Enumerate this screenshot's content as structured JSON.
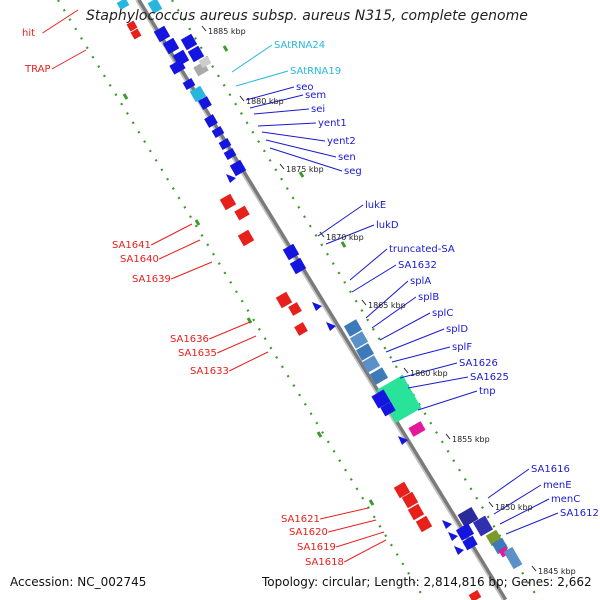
{
  "title": "Staphylococcus aureus subsp. aureus N315, complete genome",
  "accession": "Accession: NC_002745",
  "topology": "Topology: circular; Length: 2,814,816 bp; Genes: 2,662",
  "colors": {
    "forward": "#1515e0",
    "reverse": "#e8201c",
    "rna": "#27b7de",
    "backbone": "#8a8a8a",
    "gc": "#3a9a2a"
  },
  "kbp_ticks": [
    "1885 kbp",
    "1880 kbp",
    "1875 kbp",
    "1870 kbp",
    "1865 kbp",
    "1860 kbp",
    "1855 kbp",
    "1850 kbp",
    "1845 kbp"
  ],
  "labels_red": [
    "hit",
    "TRAP",
    "SA1641",
    "SA1640",
    "SA1639",
    "SA1636",
    "SA1635",
    "SA1633",
    "SA1621",
    "SA1620",
    "SA1619",
    "SA1618"
  ],
  "labels_cyan": [
    "SAtRNA24",
    "SAtRNA19"
  ],
  "labels_blue": [
    "seo",
    "sem",
    "sei",
    "yent1",
    "yent2",
    "sen",
    "seg",
    "lukE",
    "lukD",
    "truncated-SA",
    "SA1632",
    "splA",
    "splB",
    "splC",
    "splD",
    "splF",
    "SA1626",
    "SA1625",
    "tnp",
    "SA1616",
    "menE",
    "menC",
    "SA1612"
  ]
}
